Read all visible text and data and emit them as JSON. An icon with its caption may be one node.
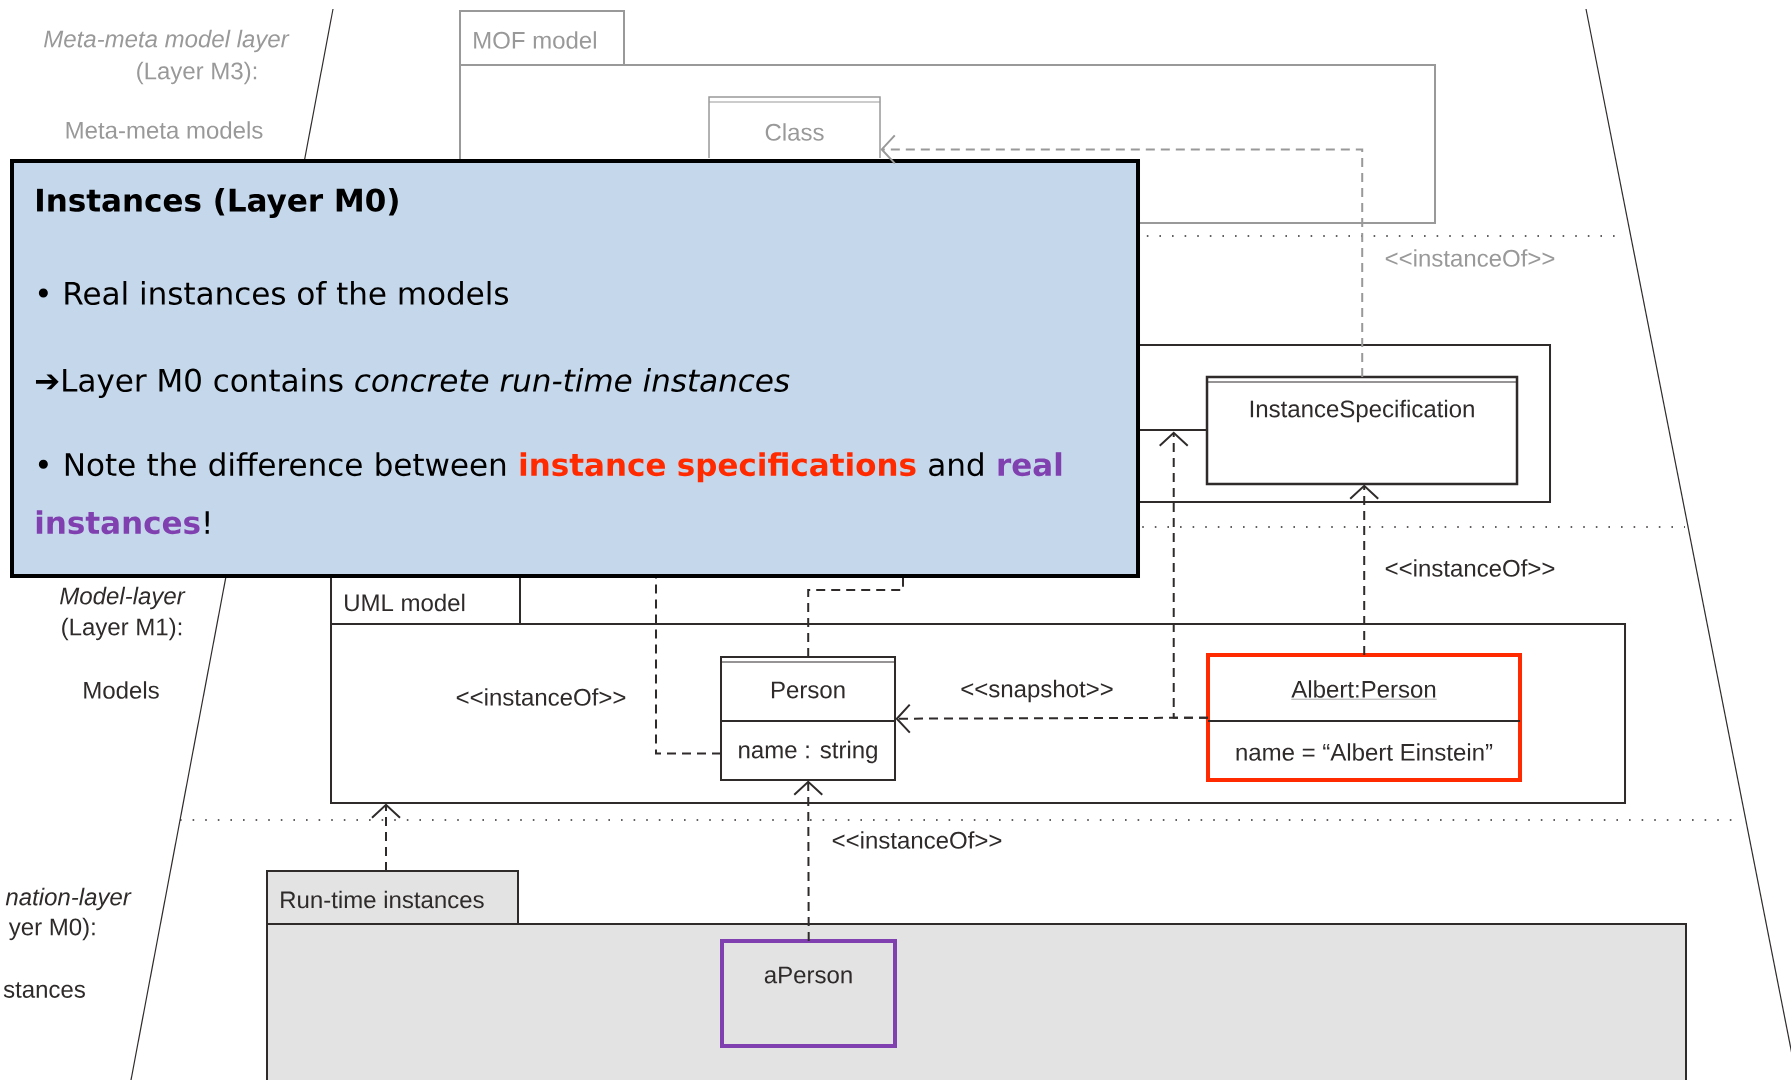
{
  "diagram": {
    "nodes": [
      {
        "text": [
          "MOF model"
        ]
      },
      {
        "text": [
          "Class"
        ],
        "in": 0
      },
      {
        "text": [],
        "shape": "box"
      },
      {
        "text": [
          "InstanceSpecification"
        ],
        "in": 2
      },
      {
        "text": [
          "UML model"
        ]
      },
      {
        "text": [
          "Person",
          "name : string"
        ],
        "in": 4
      },
      {
        "text": [
          "Albert:Person",
          "name = “Albert Einstein”"
        ],
        "in": 4
      },
      {
        "text": [
          "Run-time instances"
        ]
      },
      {
        "text": [
          "aPerson"
        ],
        "in": 7
      },
      {
        "text": [
          "Instances (Layer M0)",
          "• Real instances of the models",
          "➔Layer M0 contains *concrete run-time instances*",
          "• Note the difference between **instance specifications** and **real instances**!"
        ]
      },
      {
        "text": [],
        "shape": "bar",
        "in": 2
      }
    ],
    "edges": [
      {
        "from": 3,
        "to": 1,
        "arrow": "to",
        "style": "dashed",
        "color": "#999999",
        "label": "<<instanceOf>>"
      },
      {
        "from": 6,
        "to": 3,
        "arrow": "to",
        "style": "dashed",
        "label": "<<instanceOf>>"
      },
      {
        "from": 6,
        "to": 5,
        "arrow": "to",
        "style": "dashed",
        "label": "<<snapshot>>"
      },
      {
        "from": 6,
        "to": 10,
        "arrow": "to",
        "style": "dashed"
      },
      {
        "from": 5,
        "to": 9,
        "arrow": "none",
        "style": "dashed",
        "label": "<<instanceOf>>"
      },
      {
        "from": 5,
        "to": 9,
        "arrow": "none",
        "style": "dashed"
      },
      {
        "from": 8,
        "to": 5,
        "arrow": "to",
        "style": "dashed",
        "label": "<<instanceOf>>"
      },
      {
        "from": 7,
        "to": 4,
        "arrow": "to",
        "style": "dashed"
      }
    ],
    "labels": [
      "Meta-meta model layer",
      "(Layer M3):",
      "Meta-meta models",
      "Model-layer",
      "(Layer M1):",
      "Models",
      "nation-layer",
      "yer M0):",
      "stances"
    ]
  }
}
